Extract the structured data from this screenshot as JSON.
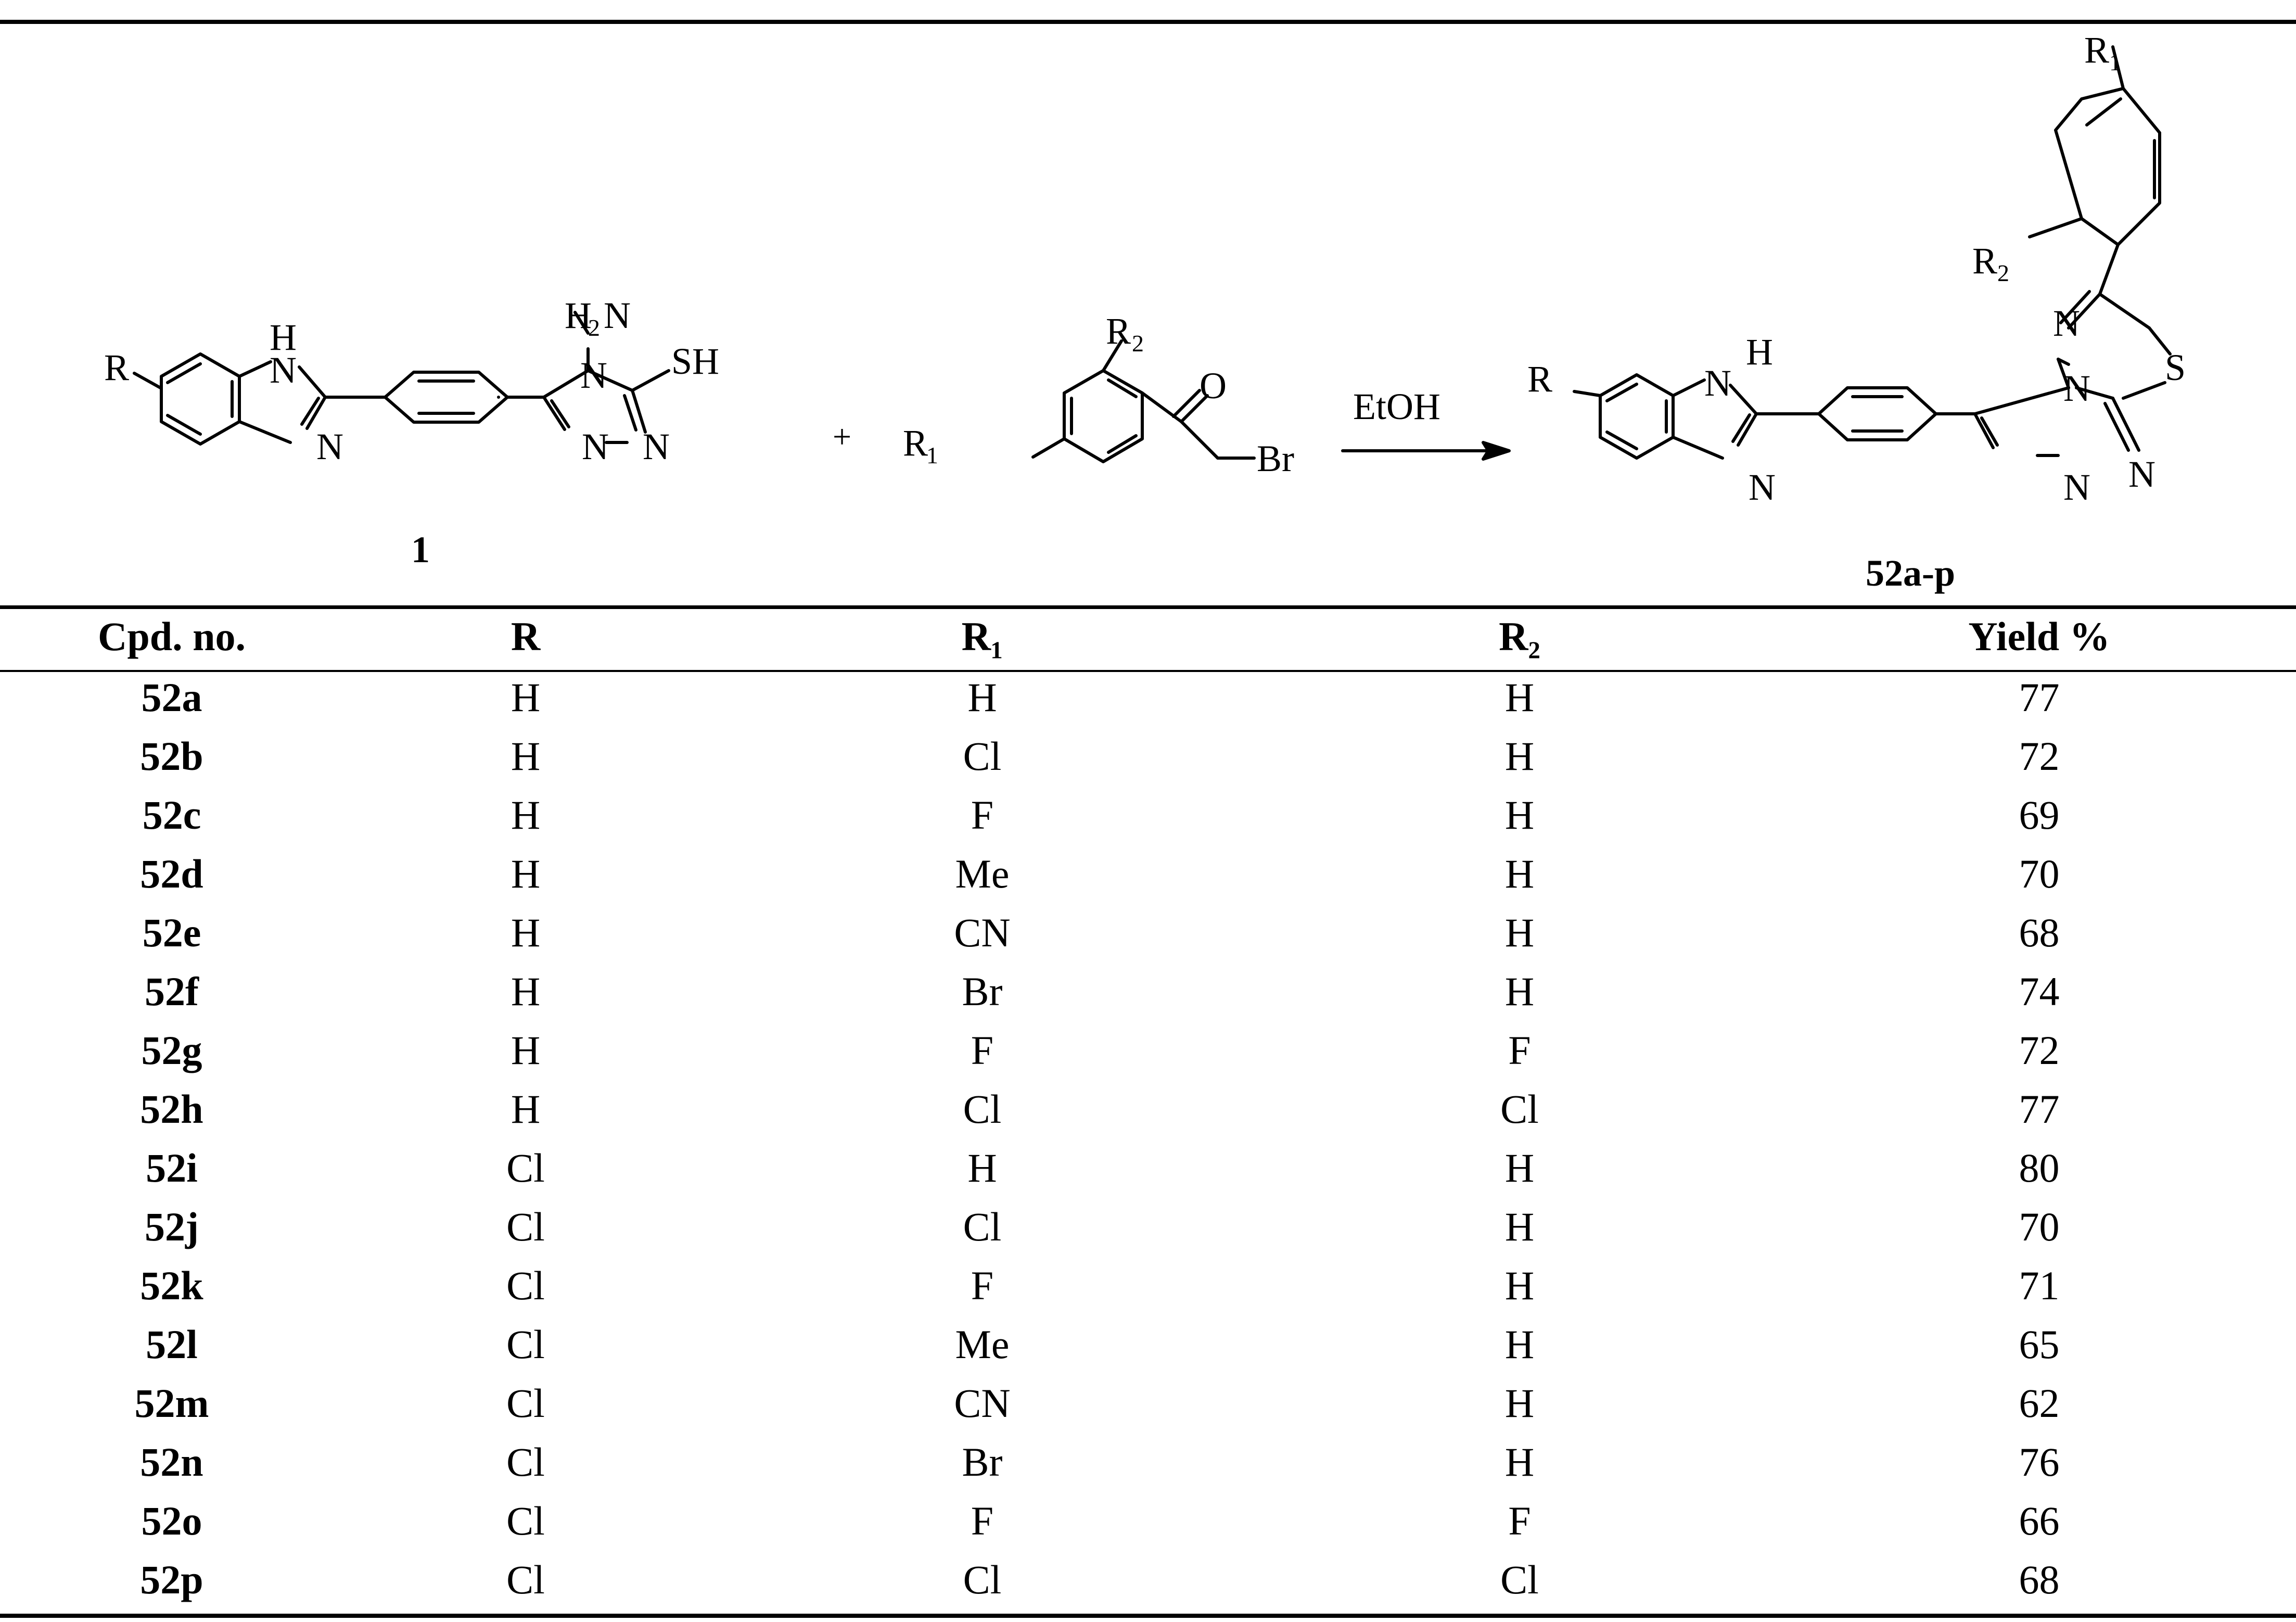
{
  "scheme": {
    "reagent": "EtOH",
    "plus": "+",
    "compound_labels": {
      "starting": "1",
      "product": "52a-p"
    },
    "atoms": {
      "R": "R",
      "R1": "R",
      "R1_sub": "1",
      "R2": "R",
      "R2_sub": "2",
      "H": "H",
      "N": "N",
      "S": "S",
      "SH": "SH",
      "O": "O",
      "Br": "Br",
      "H2N_H": "H",
      "H2N_sub": "2",
      "H2N_N": "N"
    }
  },
  "table": {
    "headers": [
      "Cpd. no.",
      "R",
      "R₁",
      "R₂",
      "Yield %"
    ],
    "rows": [
      [
        "52a",
        "H",
        "H",
        "H",
        "77"
      ],
      [
        "52b",
        "H",
        "Cl",
        "H",
        "72"
      ],
      [
        "52c",
        "H",
        "F",
        "H",
        "69"
      ],
      [
        "52d",
        "H",
        "Me",
        "H",
        "70"
      ],
      [
        "52e",
        "H",
        "CN",
        "H",
        "68"
      ],
      [
        "52f",
        "H",
        "Br",
        "H",
        "74"
      ],
      [
        "52g",
        "H",
        "F",
        "F",
        "72"
      ],
      [
        "52h",
        "H",
        "Cl",
        "Cl",
        "77"
      ],
      [
        "52i",
        "Cl",
        "H",
        "H",
        "80"
      ],
      [
        "52j",
        "Cl",
        "Cl",
        "H",
        "70"
      ],
      [
        "52k",
        "Cl",
        "F",
        "H",
        "71"
      ],
      [
        "52l",
        "Cl",
        "Me",
        "H",
        "65"
      ],
      [
        "52m",
        "Cl",
        "CN",
        "H",
        "62"
      ],
      [
        "52n",
        "Cl",
        "Br",
        "H",
        "76"
      ],
      [
        "52o",
        "Cl",
        "F",
        "F",
        "66"
      ],
      [
        "52p",
        "Cl",
        "Cl",
        "Cl",
        "68"
      ]
    ]
  }
}
